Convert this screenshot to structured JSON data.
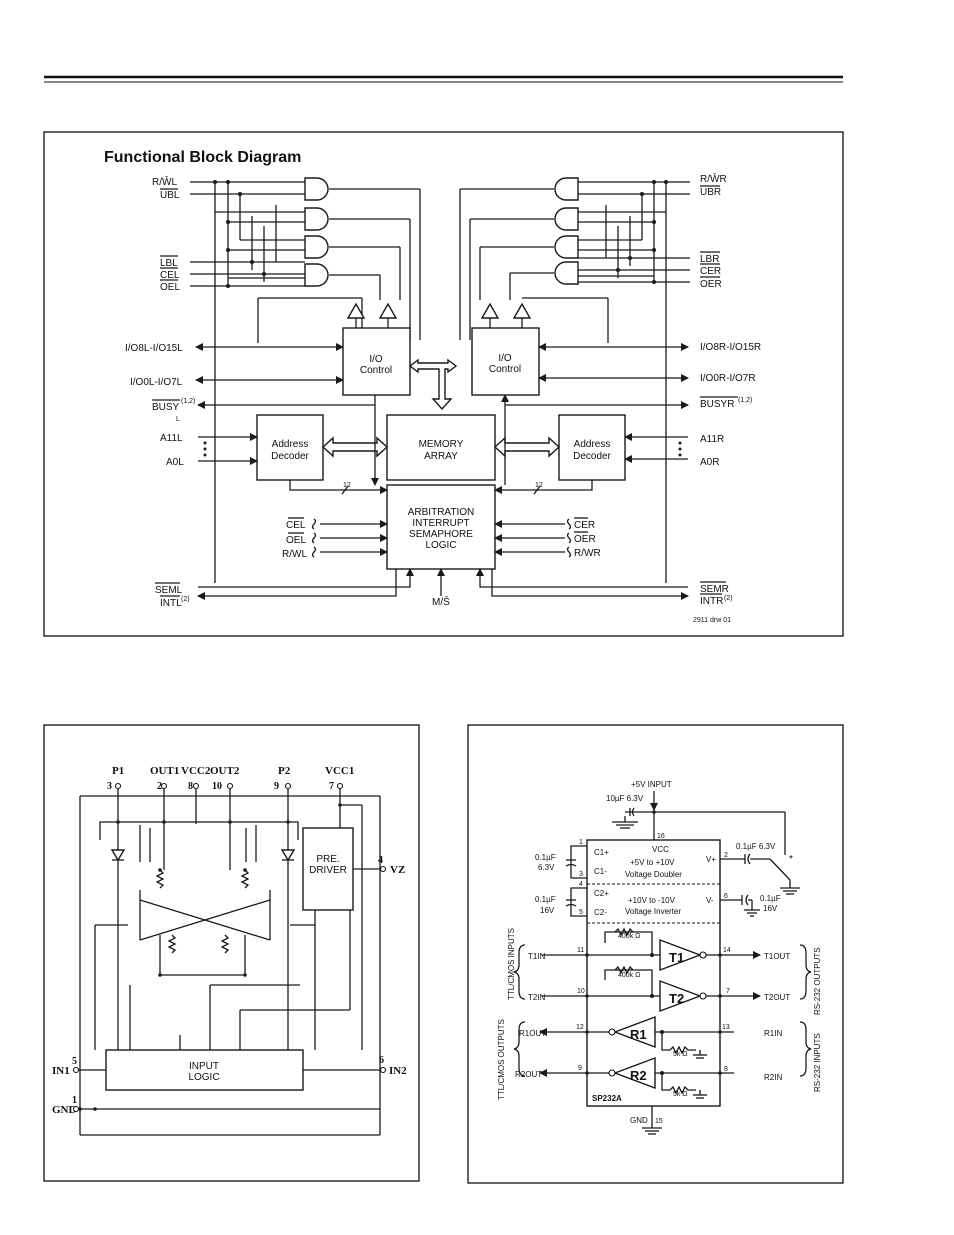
{
  "top": {
    "title": "Functional Block Diagram",
    "left_signals": {
      "rw": "R/W̄L",
      "ub": "UBL",
      "lb": "LBL",
      "ce": "CEL",
      "oe": "OEL",
      "io_hi": "I/O8L-I/O15L",
      "io_lo": "I/O0L-I/O7L",
      "busy": "BUSY",
      "busy_sup": "(1,2)",
      "busy_sub": "L",
      "a11": "A11L",
      "a0": "A0L",
      "sem": "SEML",
      "int": "INTL",
      "int_sup": "(2)"
    },
    "right_signals": {
      "rw": "R/W̄R",
      "ub": "UBR",
      "lb": "LBR",
      "ce": "CER",
      "oe": "OER",
      "io_hi": "I/O8R-I/O15R",
      "io_lo": "I/O0R-I/O7R",
      "busy": "BUSYR",
      "busy_sup": "(1,2)",
      "a11": "A11R",
      "a0": "A0R",
      "sem": "SEMR",
      "int": "INTR",
      "int_sup": "(2)"
    },
    "blocks": {
      "io_l_1": "I/O",
      "io_l_2": "Control",
      "io_r_1": "I/O",
      "io_r_2": "Control",
      "mem_1": "MEMORY",
      "mem_2": "ARRAY",
      "dec_l_1": "Address",
      "dec_l_2": "Decoder",
      "dec_r_1": "Address",
      "dec_r_2": "Decoder",
      "arb_1": "ARBITRATION",
      "arb_2": "INTERRUPT",
      "arb_3": "SEMAPHORE",
      "arb_4": "LOGIC"
    },
    "arb_inputs_left": [
      "CEL",
      "OEL",
      "R/WL"
    ],
    "arb_inputs_right": [
      "CER",
      "OER",
      "R/WR"
    ],
    "bus_width": "12",
    "ms": "M/S̄",
    "fig_code": "2911 drw 01"
  },
  "bottom_left": {
    "pins": {
      "p1": "P1",
      "p1_n": "3",
      "out1": "OUT1",
      "out1_n": "2",
      "vcc2": "VCC2",
      "vcc2_n": "8",
      "out2": "OUT2",
      "out2_n": "10",
      "p2": "P2",
      "p2_n": "9",
      "vcc1": "VCC1",
      "vcc1_n": "7",
      "vz": "VZ",
      "vz_n": "4",
      "in1": "IN1",
      "in1_n": "5",
      "in2": "IN2",
      "in2_n": "6",
      "gnd": "GND",
      "gnd_n": "1"
    },
    "pre_driver_1": "PRE.",
    "pre_driver_2": "DRIVER",
    "input_logic_1": "INPUT",
    "input_logic_2": "LOGIC"
  },
  "bottom_right": {
    "supply": "+5V INPUT",
    "cap_in": "10µF 6.3V",
    "pin16": "16",
    "vcc": "VCC",
    "doubler_1": "+5V to +10V",
    "doubler_2": "Voltage Doubler",
    "inverter_1": "+10V to -10V",
    "inverter_2": "Voltage Inverter",
    "c1p": "C1+",
    "c1m": "C1-",
    "c2p": "C2+",
    "c2m": "C2-",
    "cap1": "0.1µF",
    "cap1_v": "6.3V",
    "cap2": "0.1µF",
    "cap2_v": "16V",
    "pin1": "1",
    "pin3": "3",
    "pin4": "4",
    "pin5": "5",
    "vplus": "V+",
    "pin2": "2",
    "vminus": "V-",
    "pin6": "6",
    "cap_vp": "0.1µF 6.3V",
    "cap_vm": "0.1µF",
    "cap_vm_v": "16V",
    "r400_1": "400k Ω",
    "r400_2": "400k Ω",
    "r5k_1": "5k Ω",
    "r5k_2": "5k Ω",
    "t1in": "T1IN",
    "pin11": "11",
    "t2in": "T2IN",
    "pin10": "10",
    "t1out": "T1OUT",
    "pin14": "14",
    "t2out": "T2OUT",
    "pin7": "7",
    "r1out": "R1OUT",
    "pin12": "12",
    "r2out": "R2OUT",
    "pin9": "9",
    "r1in": "R1IN",
    "pin13": "13",
    "r2in": "R2IN",
    "pin8": "8",
    "t1": "T1",
    "t2": "T2",
    "r1": "R1",
    "r2": "R2",
    "chip": "SP232A",
    "gnd": "GND",
    "pin15": "15",
    "ttl_in": "TTL/CMOS INPUTS",
    "ttl_out": "TTL/CMOS OUTPUTS",
    "rs_out": "RS-232 OUTPUTS",
    "rs_in": "RS-232 INPUTS",
    "star": "*"
  }
}
